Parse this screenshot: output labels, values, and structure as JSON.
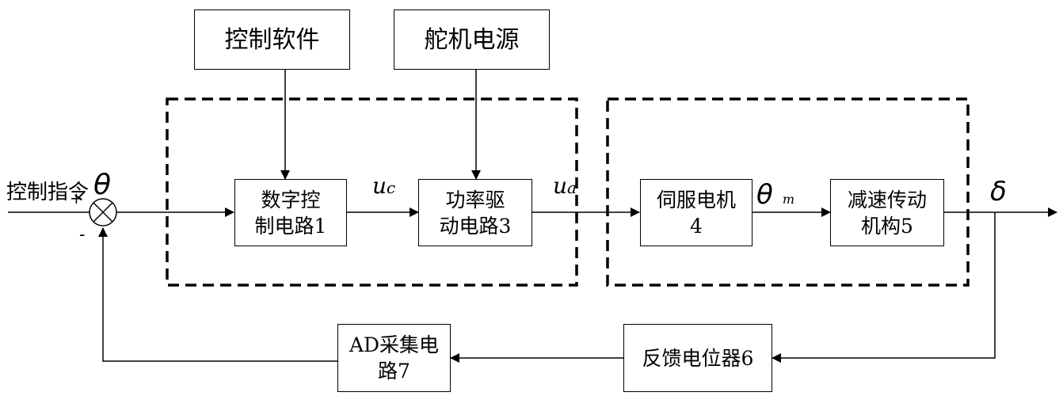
{
  "top_blocks": {
    "control_software": "控制软件",
    "servo_power": "舵机电源"
  },
  "input": {
    "command_label": "控制指令",
    "theta": "θ",
    "plus": "+",
    "minus": "-"
  },
  "blocks": {
    "digital_control": {
      "line1": "数字控",
      "line2": "制电路1"
    },
    "power_drive": {
      "line1": "功率驱",
      "line2": "动电路3"
    },
    "servo_motor": {
      "line1": "伺服电机",
      "line2": "4"
    },
    "reducer": {
      "line1": "减速传动",
      "line2": "机构5"
    },
    "feedback_pot": {
      "line1": "反馈电位器6"
    },
    "ad_circuit": {
      "line1": "AD采集电",
      "line2": "路7"
    }
  },
  "signals": {
    "uc_main": "u",
    "uc_sub": "c",
    "ua_main": "u",
    "ua_sub": "a",
    "theta_m_main": "θ",
    "theta_m_sub": "m",
    "delta": "δ"
  }
}
